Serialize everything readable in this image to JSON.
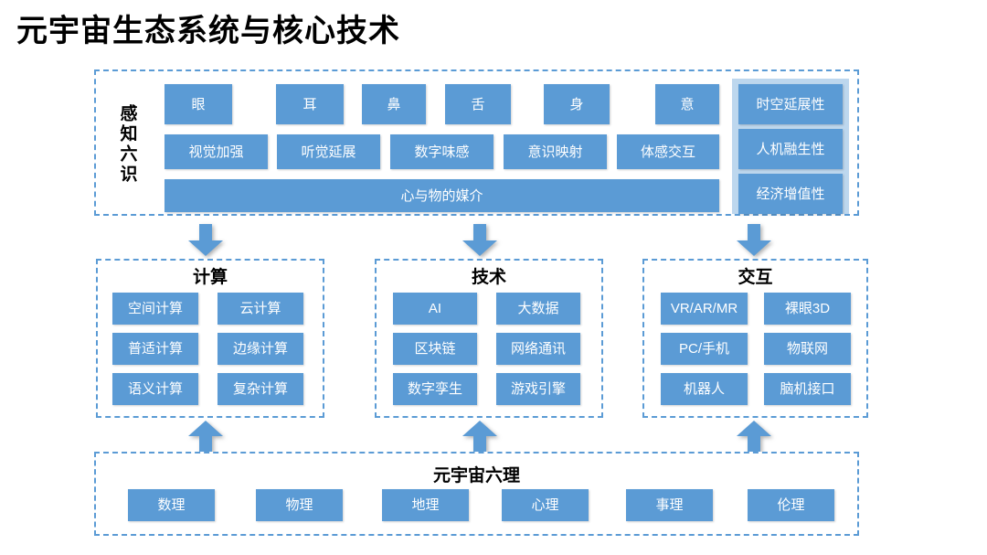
{
  "title": "元宇宙生态系统与核心技术",
  "perception": {
    "side_label": "感知六识",
    "senses": [
      "眼",
      "耳",
      "鼻",
      "舌",
      "身",
      "意"
    ],
    "extensions": [
      "视觉加强",
      "听觉延展",
      "数字味感",
      "意识映射",
      "体感交互"
    ],
    "medium": "心与物的媒介",
    "attributes": [
      "时空延展性",
      "人机融生性",
      "经济增值性"
    ]
  },
  "groups": [
    {
      "title": "计算",
      "items": [
        "空间计算",
        "云计算",
        "普适计算",
        "边缘计算",
        "语义计算",
        "复杂计算"
      ]
    },
    {
      "title": "技术",
      "items": [
        "AI",
        "大数据",
        "区块链",
        "网络通讯",
        "数字孪生",
        "游戏引擎"
      ]
    },
    {
      "title": "交互",
      "items": [
        "VR/AR/MR",
        "裸眼3D",
        "PC/手机",
        "物联网",
        "机器人",
        "脑机接口"
      ]
    }
  ],
  "foundation": {
    "title": "元宇宙六理",
    "items": [
      "数理",
      "物理",
      "地理",
      "心理",
      "事理",
      "伦理"
    ]
  },
  "colors": {
    "tile_blue": "#5B9BD5",
    "panel_light_blue": "#BDD7EE",
    "dashed_border": "#5B9BD5",
    "text_on_tile": "#FFFFFF",
    "heading_text": "#000000"
  },
  "icons": {
    "arrow_down": "arrow-down-icon",
    "arrow_up": "arrow-up-icon"
  }
}
